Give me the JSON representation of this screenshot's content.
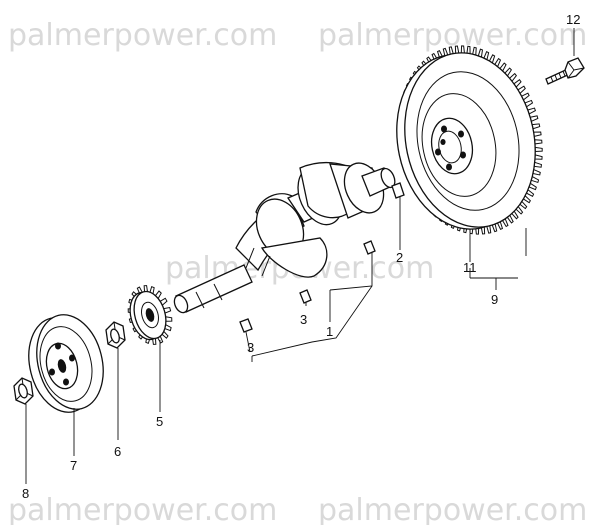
{
  "watermarks": [
    "palmerpower.com",
    "palmerpower.com",
    "palmerpower.com",
    "palmerpower.com",
    "palmerpower.com"
  ],
  "callouts": {
    "c1": "1",
    "c2": "2",
    "c3a": "3",
    "c3b": "3",
    "c5": "5",
    "c6": "6",
    "c7": "7",
    "c8": "8",
    "c9": "9",
    "c11": "11",
    "c12": "12"
  }
}
